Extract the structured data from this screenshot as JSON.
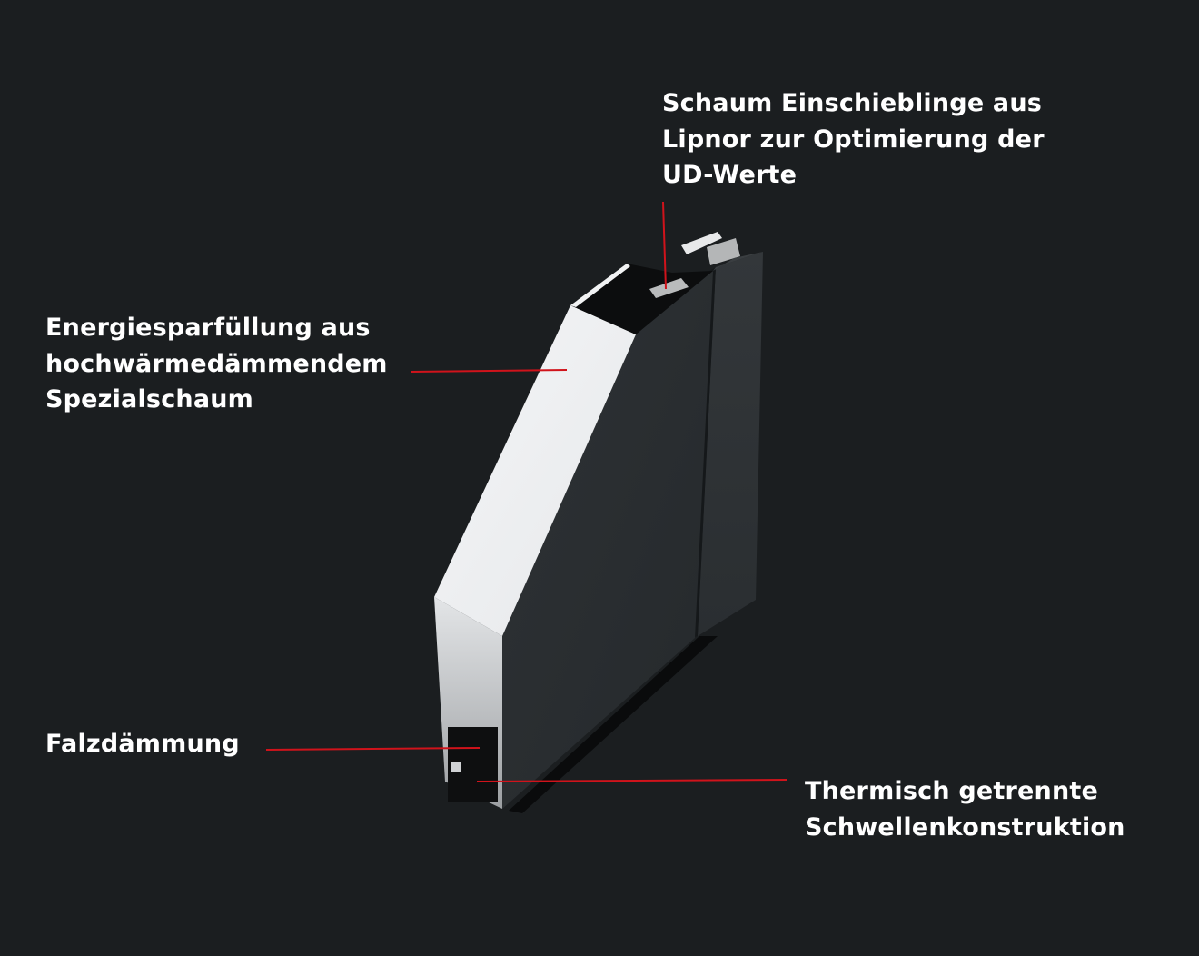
{
  "diagram": {
    "subject": "door-profile-cross-section",
    "background_color": "#1b1e20",
    "callout_color": "#d0131b",
    "callouts": [
      {
        "id": "top",
        "lines": [
          "Schaum Einschieblinge aus",
          "Lipnor zur Optimierung der",
          "UD-Werte"
        ]
      },
      {
        "id": "left",
        "lines": [
          "Energiesparfüllung aus",
          "hochwärmedämmendem",
          "Spezialschaum"
        ]
      },
      {
        "id": "falz",
        "lines": [
          "Falzdämmung"
        ]
      },
      {
        "id": "bottom",
        "lines": [
          "Thermisch getrennte",
          "Schwellenkonstruktion"
        ]
      }
    ]
  }
}
